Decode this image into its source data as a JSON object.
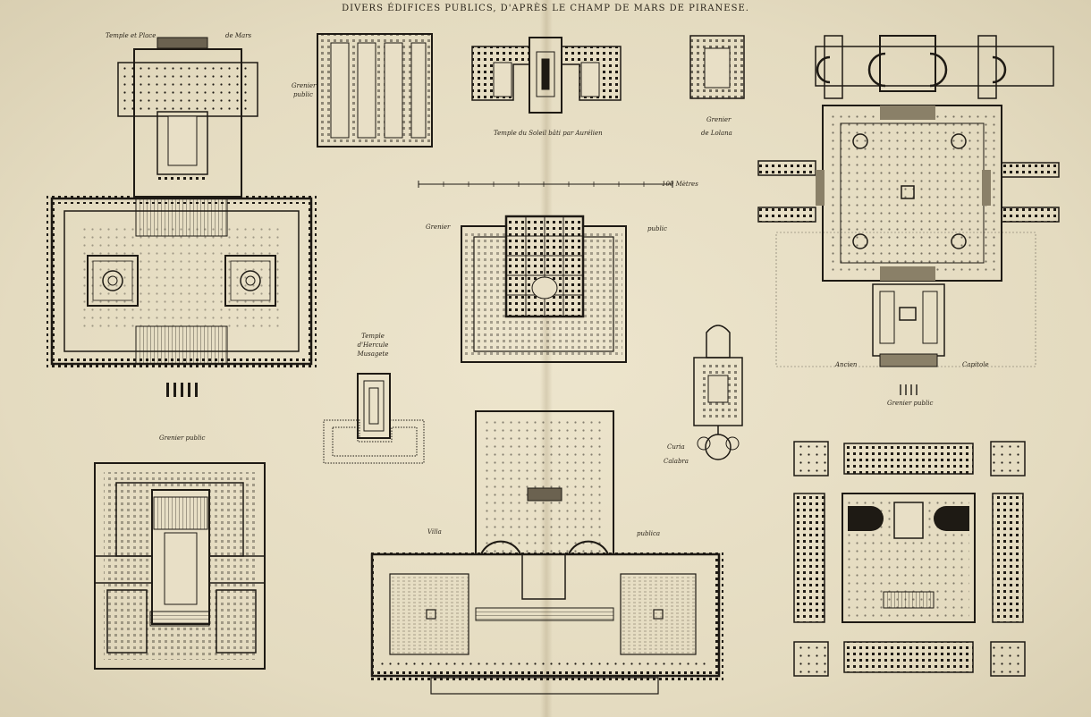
{
  "plate": {
    "title": "DIVERS ÉDIFICES PUBLICS, D'APRÈS LE CHAMP DE MARS DE PIRANESE.",
    "scale_label": "100 Mètres",
    "ink_color": "#1e1a14",
    "paper_color": "#e8dfc6"
  },
  "labels": {
    "temple_mars_a": "Temple et Place",
    "temple_mars_b": "de Mars",
    "grenier1_a": "Grenier",
    "grenier1_b": "public",
    "temple_soleil": "Temple du Soleil bâti par Aurélien",
    "grenier_lolana_a": "Grenier",
    "grenier_lolana_b": "de Lolana",
    "grenier2_a": "Grenier",
    "grenier2_b": "public",
    "hercule_a": "Temple",
    "hercule_b": "d'Hercule",
    "hercule_c": "Musagete",
    "curia_a": "Curia",
    "curia_b": "Calabra",
    "villa_a": "Villa",
    "villa_b": "publica",
    "grenier3": "Grenier public",
    "capitole_a": "Ancien",
    "capitole_b": "Capitole",
    "grenier4": "Grenier public"
  }
}
